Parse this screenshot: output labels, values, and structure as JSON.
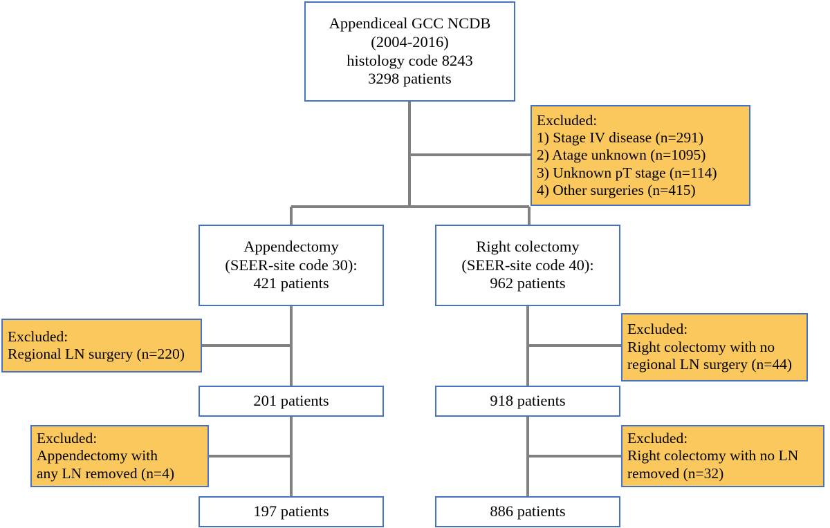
{
  "figure": {
    "type": "flowchart",
    "title": "Appendiceal GCC NCDB patient selection flow diagram",
    "colors": {
      "box_border": "#4472c4",
      "excluded_fill": "#fbc85e",
      "included_fill": "#ffffff",
      "connector": "#808080",
      "text": "#000000"
    }
  },
  "nodes": {
    "cohort_source": {
      "kind": "included",
      "lines": [
        "Appendiceal GCC NCDB",
        "(2004-2016)",
        "histology code 8243",
        "3298 patients"
      ]
    },
    "exclusions_top": {
      "kind": "excluded",
      "lines": [
        "Excluded:",
        "1) Stage IV disease (n=291)",
        "2) Atage unknown (n=1095)",
        "3) Unknown pT stage (n=114)",
        "4) Other surgeries (n=415)"
      ]
    },
    "appendectomy": {
      "kind": "included",
      "lines": [
        "Appendectomy",
        "(SEER-site code 30):",
        "421 patients"
      ]
    },
    "right_colectomy": {
      "kind": "included",
      "lines": [
        "Right colectomy",
        "(SEER-site code 40):",
        "962 patients"
      ]
    },
    "exclusion_left_1": {
      "kind": "excluded",
      "lines": [
        "Excluded:",
        "Regional LN surgery (n=220)"
      ]
    },
    "exclusion_right_1": {
      "kind": "excluded",
      "lines": [
        "Excluded:",
        "Right colectomy with no",
        "regional LN surgery (n=44)"
      ]
    },
    "appendectomy_step2": {
      "kind": "included",
      "lines": [
        "201 patients"
      ]
    },
    "right_colectomy_step2": {
      "kind": "included",
      "lines": [
        "918 patients"
      ]
    },
    "exclusion_left_2": {
      "kind": "excluded",
      "lines": [
        "Excluded:",
        "Appendectomy with",
        "any LN removed (n=4)"
      ]
    },
    "exclusion_right_2": {
      "kind": "excluded",
      "lines": [
        "Excluded:",
        "Right colectomy with no LN",
        "removed (n=32)"
      ]
    },
    "appendectomy_final": {
      "kind": "included",
      "lines": [
        "197 patients"
      ]
    },
    "right_colectomy_final": {
      "kind": "included",
      "lines": [
        "886 patients"
      ]
    }
  }
}
